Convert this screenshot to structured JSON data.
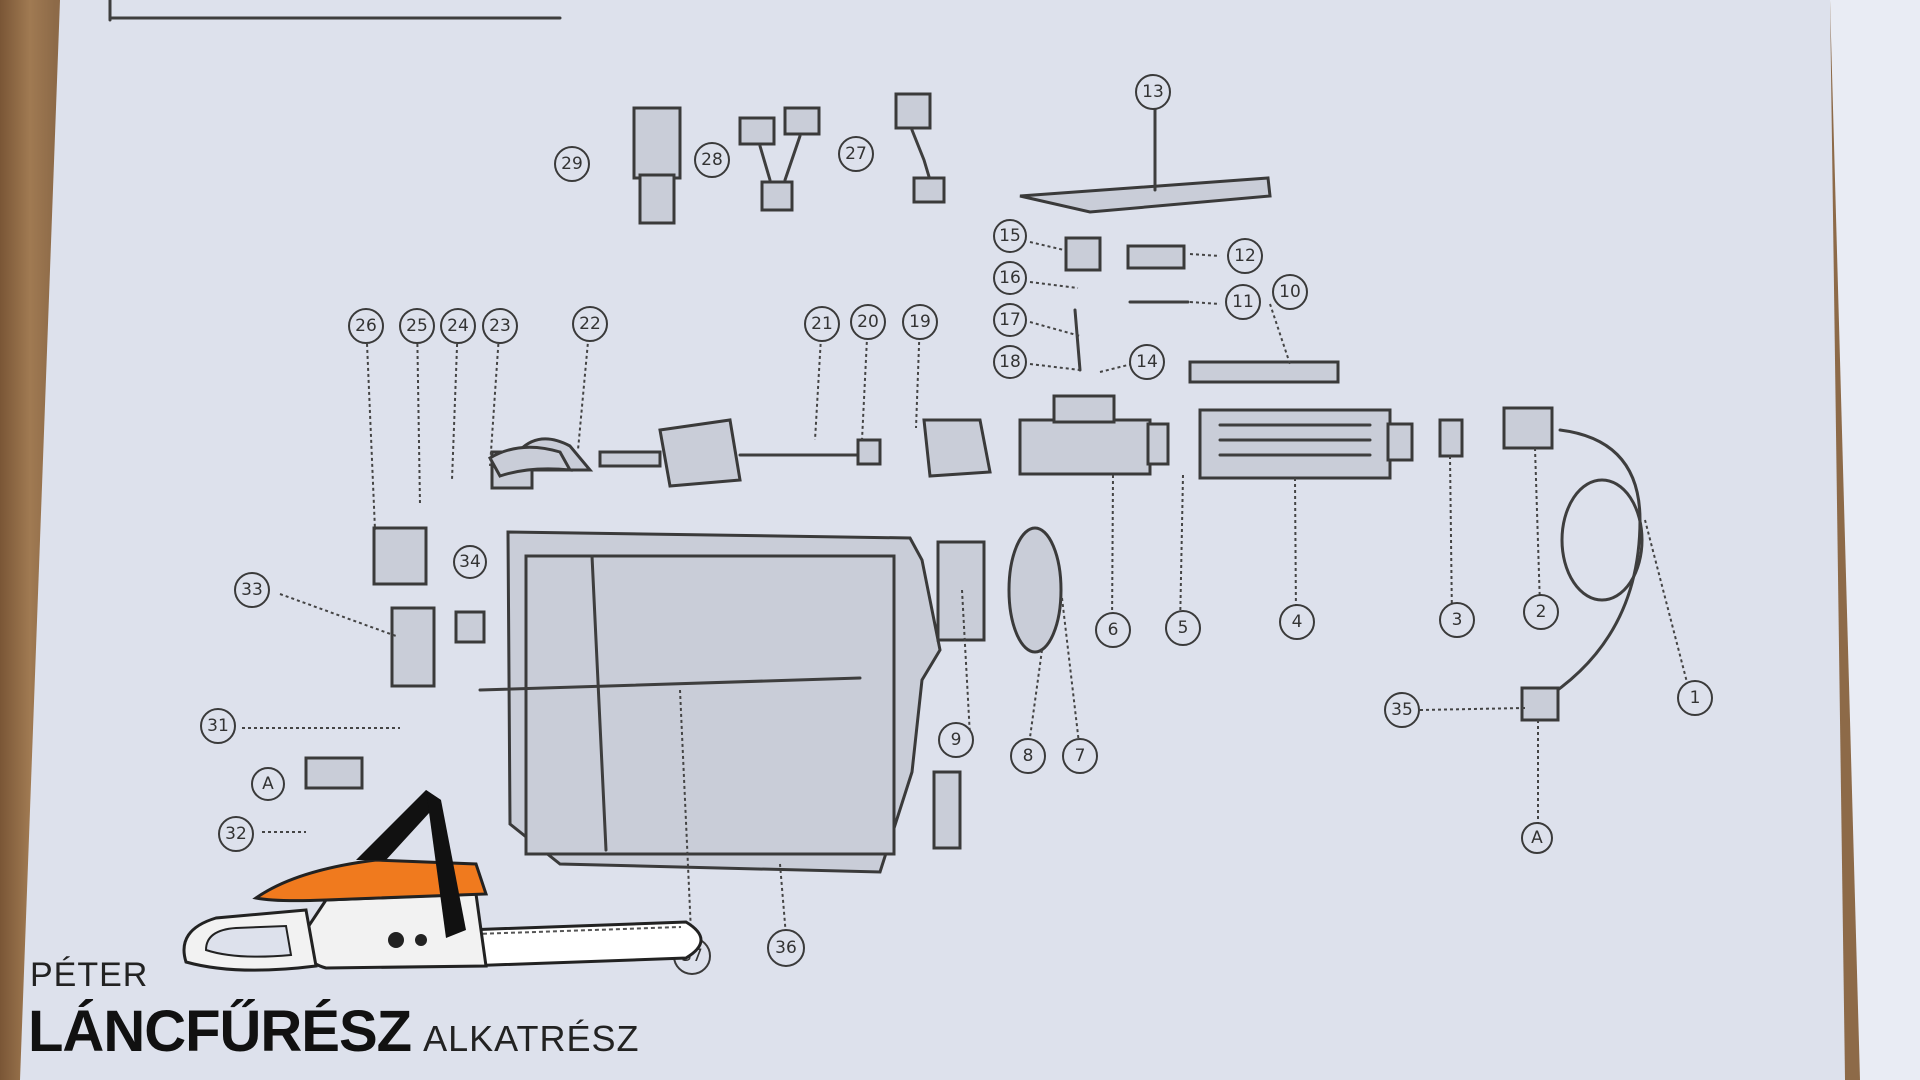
{
  "diagram": {
    "callouts": [
      "1",
      "2",
      "3",
      "4",
      "5",
      "6",
      "7",
      "8",
      "9",
      "10",
      "11",
      "12",
      "13",
      "14",
      "15",
      "16",
      "17",
      "18",
      "19",
      "20",
      "21",
      "22",
      "23",
      "24",
      "25",
      "26",
      "27",
      "28",
      "29",
      "31",
      "32",
      "33",
      "34",
      "35",
      "36",
      "37",
      "A",
      "A"
    ]
  },
  "logo": {
    "line1": "PÉTER",
    "brand": "LÁNCFŰRÉSZ",
    "sub": "ALKATRÉSZ"
  },
  "colors": {
    "paper": "#dfe3ee",
    "ink": "#3a3a3a",
    "saw_orange": "#f07a1e",
    "desk": "#8a6a45"
  }
}
